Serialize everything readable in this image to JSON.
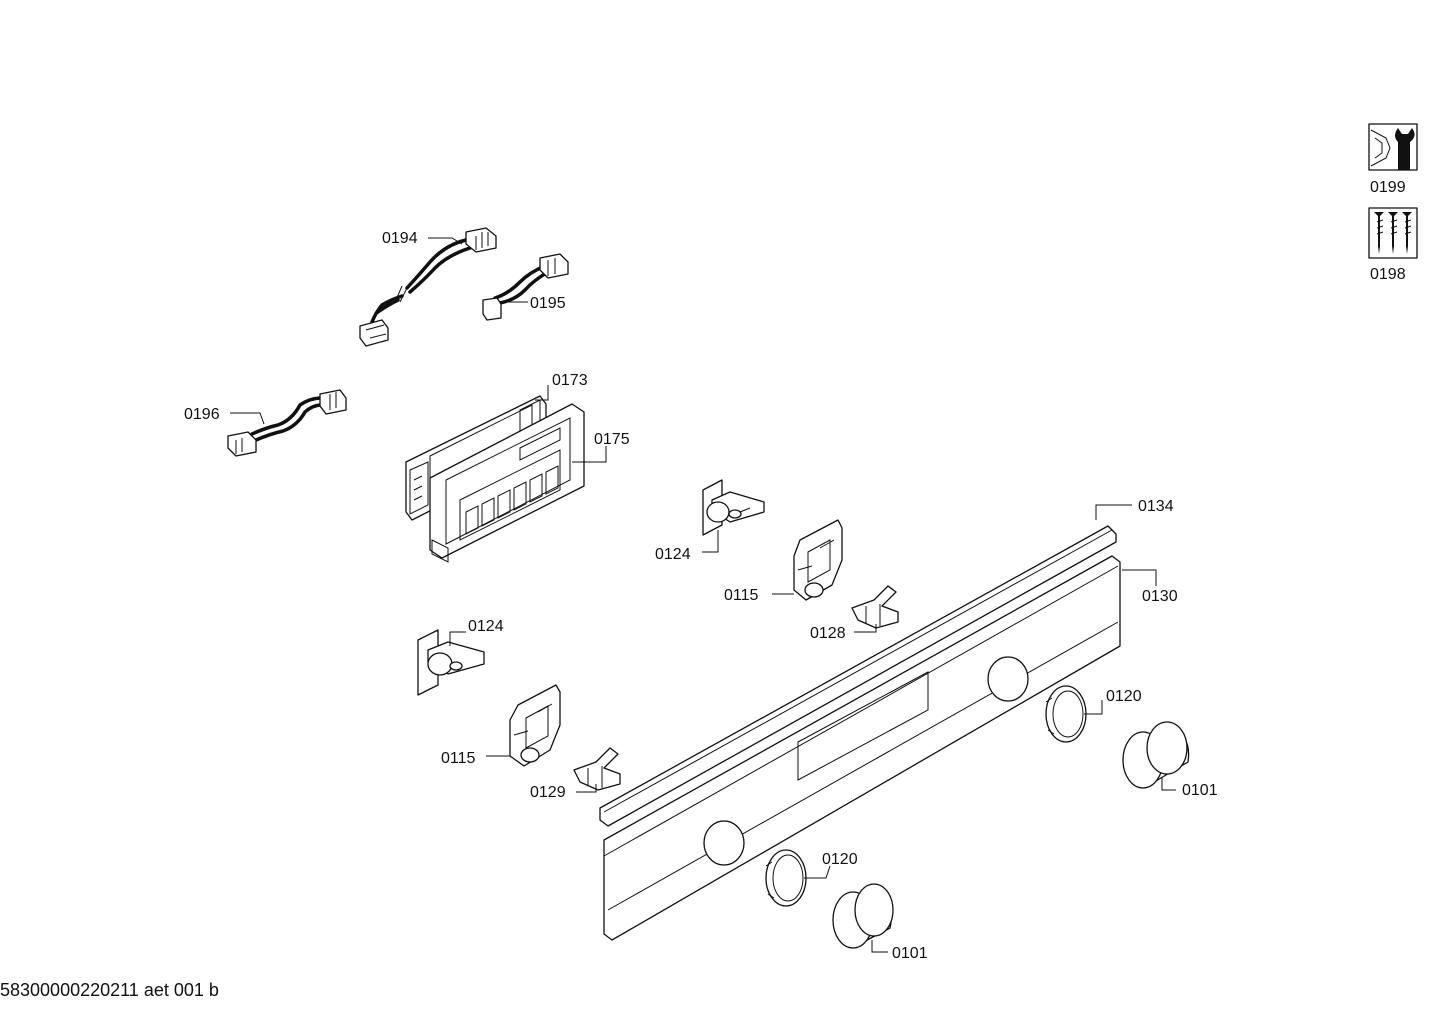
{
  "document_id": "58300000220211 aet 001 b",
  "side_icons": [
    {
      "icon": "tool-wrench-icon",
      "label": "0199"
    },
    {
      "icon": "screws-icon",
      "label": "0198"
    }
  ],
  "callouts": {
    "c0194": "0194",
    "c0195": "0195",
    "c0196": "0196",
    "c0173": "0173",
    "c0175": "0175",
    "c0124a": "0124",
    "c0124b": "0124",
    "c0115a": "0115",
    "c0115b": "0115",
    "c0128": "0128",
    "c0129": "0129",
    "c0134": "0134",
    "c0130": "0130",
    "c0120a": "0120",
    "c0120b": "0120",
    "c0101a": "0101",
    "c0101b": "0101"
  }
}
